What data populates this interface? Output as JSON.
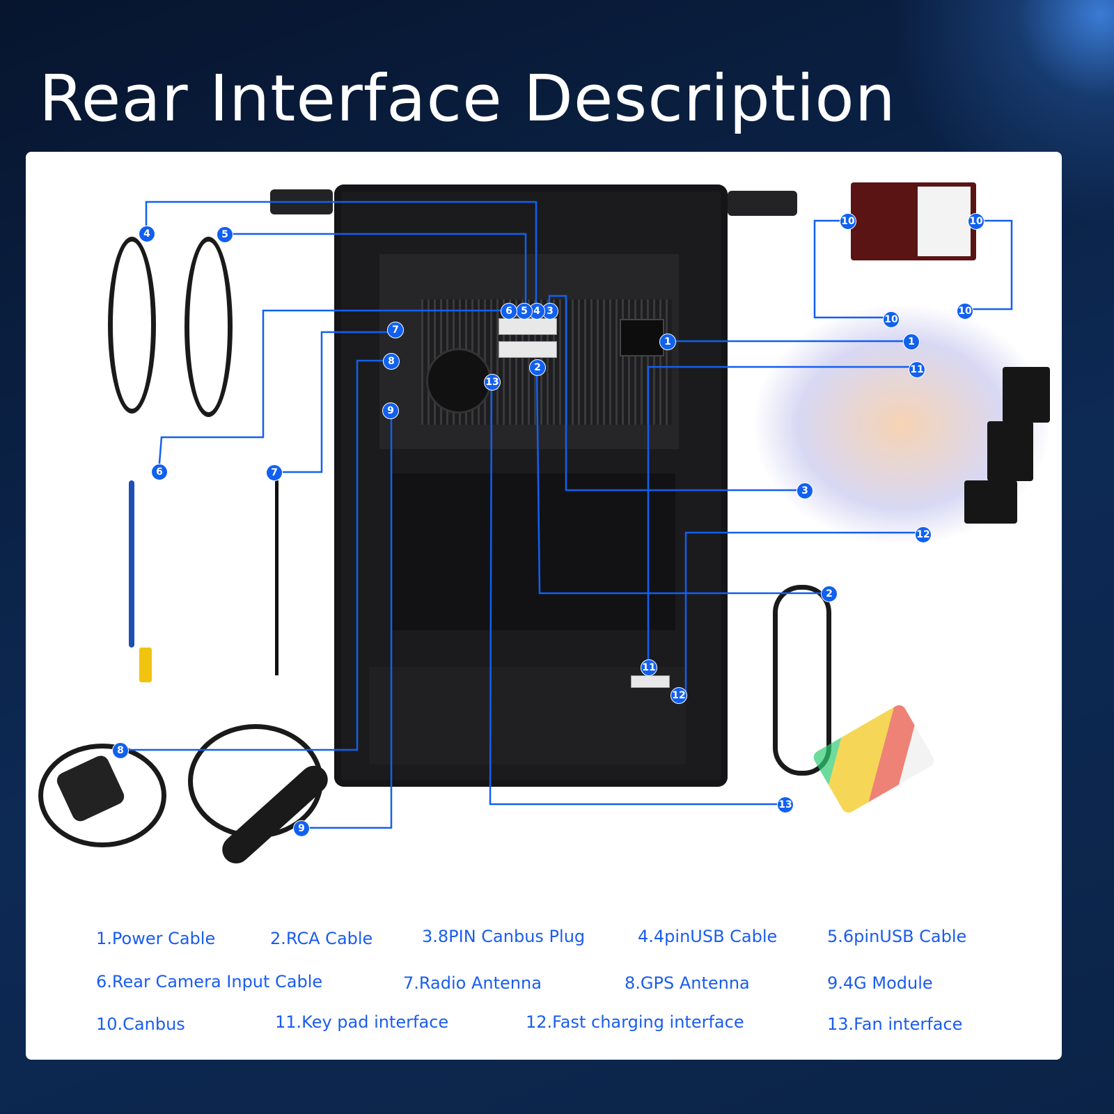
{
  "title": "Rear Interface Description",
  "accent_color": "#1160f0",
  "callouts": [
    "1",
    "2",
    "3",
    "4",
    "5",
    "6",
    "7",
    "8",
    "9",
    "10",
    "11",
    "12",
    "13"
  ],
  "legend": [
    "1.Power Cable",
    "2.RCA Cable",
    "3.8PIN Canbus Plug",
    "4.4pinUSB Cable",
    "5.6pinUSB Cable",
    "6.Rear Camera Input Cable",
    "7.Radio Antenna",
    "8.GPS Antenna",
    "9.4G Module",
    "10.Canbus",
    "11.Key pad interface",
    "12.Fast charging interface",
    "13.Fan interface"
  ]
}
